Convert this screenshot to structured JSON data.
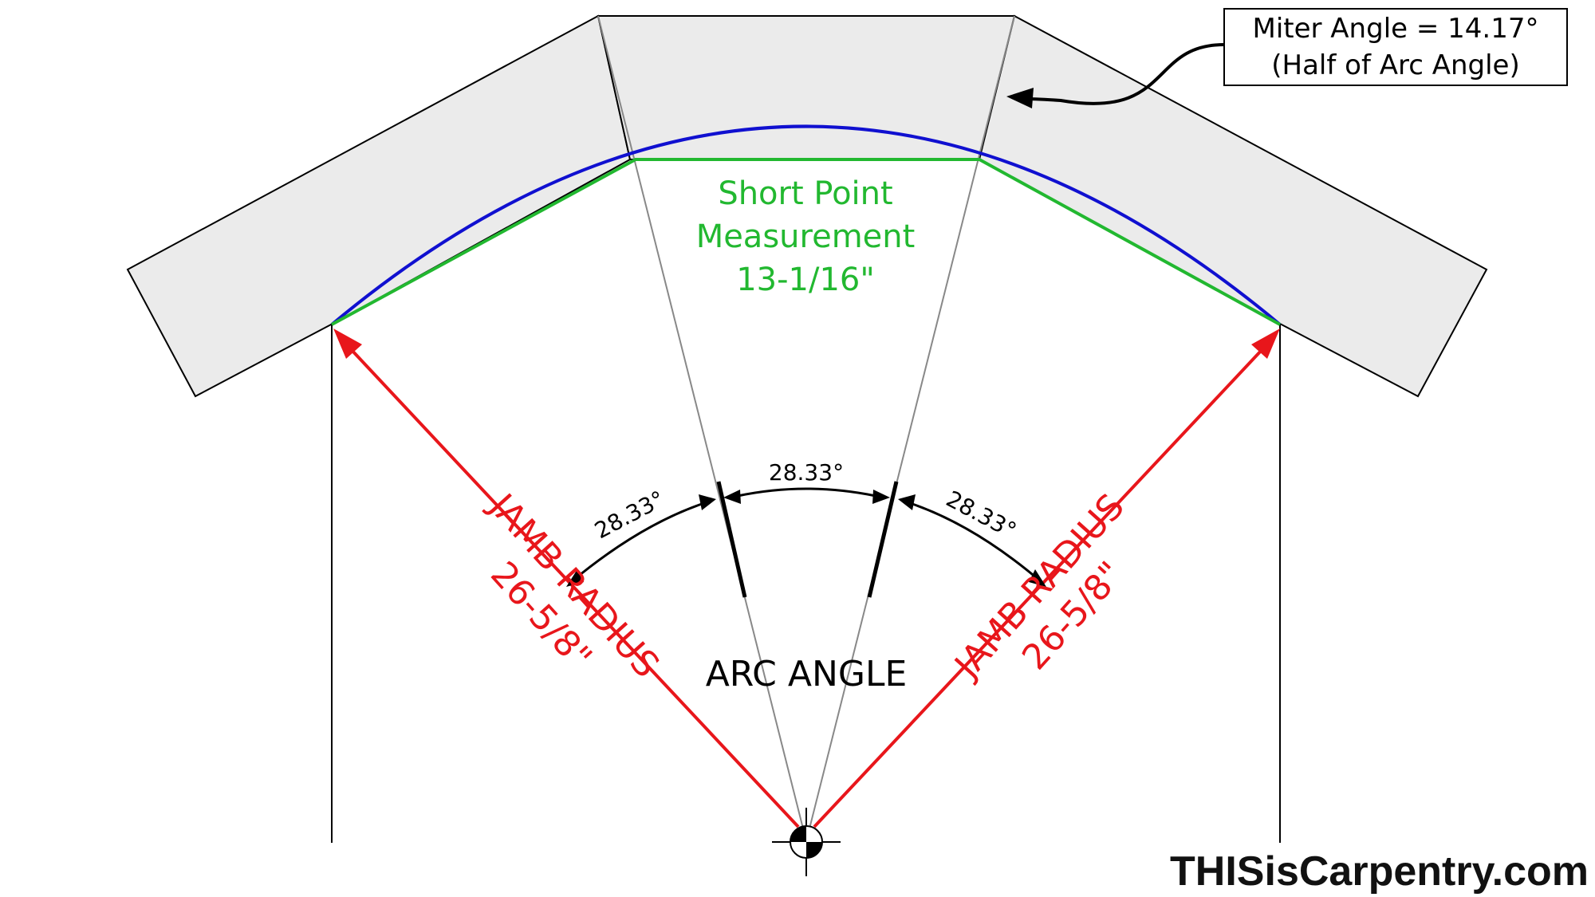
{
  "callout": {
    "line1": "Miter Angle = 14.17°",
    "line2": "(Half of Arc Angle)"
  },
  "short_point": {
    "line1": "Short Point",
    "line2": "Measurement",
    "line3": "13-1/16\""
  },
  "angles": {
    "center": "28.33°",
    "left": "28.33°",
    "right": "28.33°"
  },
  "arc_angle_label": "ARC ANGLE",
  "jamb_left": {
    "line1": "JAMB RADIUS",
    "line2": "26-5/8\""
  },
  "jamb_right": {
    "line1": "JAMB RADIUS",
    "line2": "26-5/8\""
  },
  "logo": "THISisCarpentry.com",
  "colors": {
    "radius": "#e8161b",
    "chord": "#22b830",
    "arc": "#1010d0",
    "board_fill": "#ebebeb",
    "outline": "#000000"
  }
}
